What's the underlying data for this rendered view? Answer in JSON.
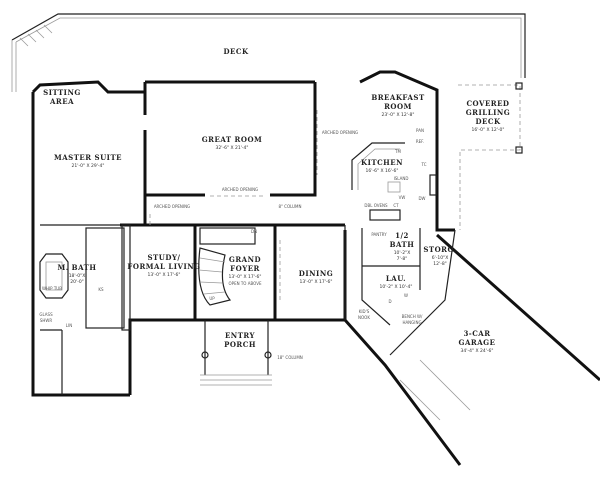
{
  "rooms": {
    "deck": {
      "name": "DECK"
    },
    "sitting": {
      "name": "SITTING",
      "name2": "AREA"
    },
    "master": {
      "name": "MASTER SUITE",
      "dims": "21'-0\" X 29'-4\""
    },
    "great": {
      "name": "GREAT ROOM",
      "dims": "32'-6\" X 21'-4\""
    },
    "breakfast": {
      "name": "BREAKFAST",
      "name2": "ROOM",
      "dims": "23'-0\" X 12'-8\""
    },
    "grilling": {
      "name": "COVERED",
      "name2": "GRILLING",
      "name3": "DECK",
      "dims": "16'-0\" X 12'-0\""
    },
    "kitchen": {
      "name": "KITCHEN",
      "dims": "16'-6\" X 16'-6\""
    },
    "study": {
      "name": "STUDY/",
      "name2": "FORMAL LIVING",
      "dims": "13'-0\" X 17'-6\""
    },
    "foyer": {
      "name": "GRAND",
      "name2": "FOYER",
      "dims": "13'-0\" X 17'-6\"",
      "note": "OPEN TO ABOVE"
    },
    "dining": {
      "name": "DINING",
      "dims": "13'-0\" X 17'-6\""
    },
    "mbath": {
      "name": "M. BATH",
      "dims": "18'-0\"X",
      "dims2": "20'-0\""
    },
    "shower": {
      "name": "GLASS",
      "name2": "SHWR"
    },
    "porch": {
      "name": "ENTRY",
      "name2": "PORCH"
    },
    "halfbath": {
      "name": "1/2",
      "name2": "BATH",
      "dims": "10'-2\"X",
      "dims2": "7'-8\""
    },
    "storage": {
      "name": "STORG.",
      "dims": "6'-10\"X",
      "dims2": "12'-8\""
    },
    "laundry": {
      "name": "LAU.",
      "dims": "10'-2\" X 10'-4\""
    },
    "garage": {
      "name": "3-CAR",
      "name2": "GARAGE",
      "dims": "34'-4\" X 24'-6\""
    }
  },
  "notes": {
    "arched_opening": "ARCHED OPENING",
    "column_8": "8\" COLUMN",
    "column_18": "18\" COLUMN",
    "pantry": "PANTRY",
    "pan": "PAN",
    "ref": "REF.",
    "tc": "TC",
    "dw": "DW",
    "island": "ISLAND",
    "vw": "VW",
    "tm": "TM",
    "dbl_ovens": "DBL OVENS",
    "ct": "CT",
    "whip_tub": "WHIP TUB",
    "ks": "KS",
    "lin": "LIN",
    "up": "UP",
    "dn": "DN",
    "w": "W",
    "d": "D",
    "kids_nook": "KID'S",
    "kids_nook2": "NOOK",
    "bench": "BENCH W/",
    "bench2": "HANGING"
  }
}
